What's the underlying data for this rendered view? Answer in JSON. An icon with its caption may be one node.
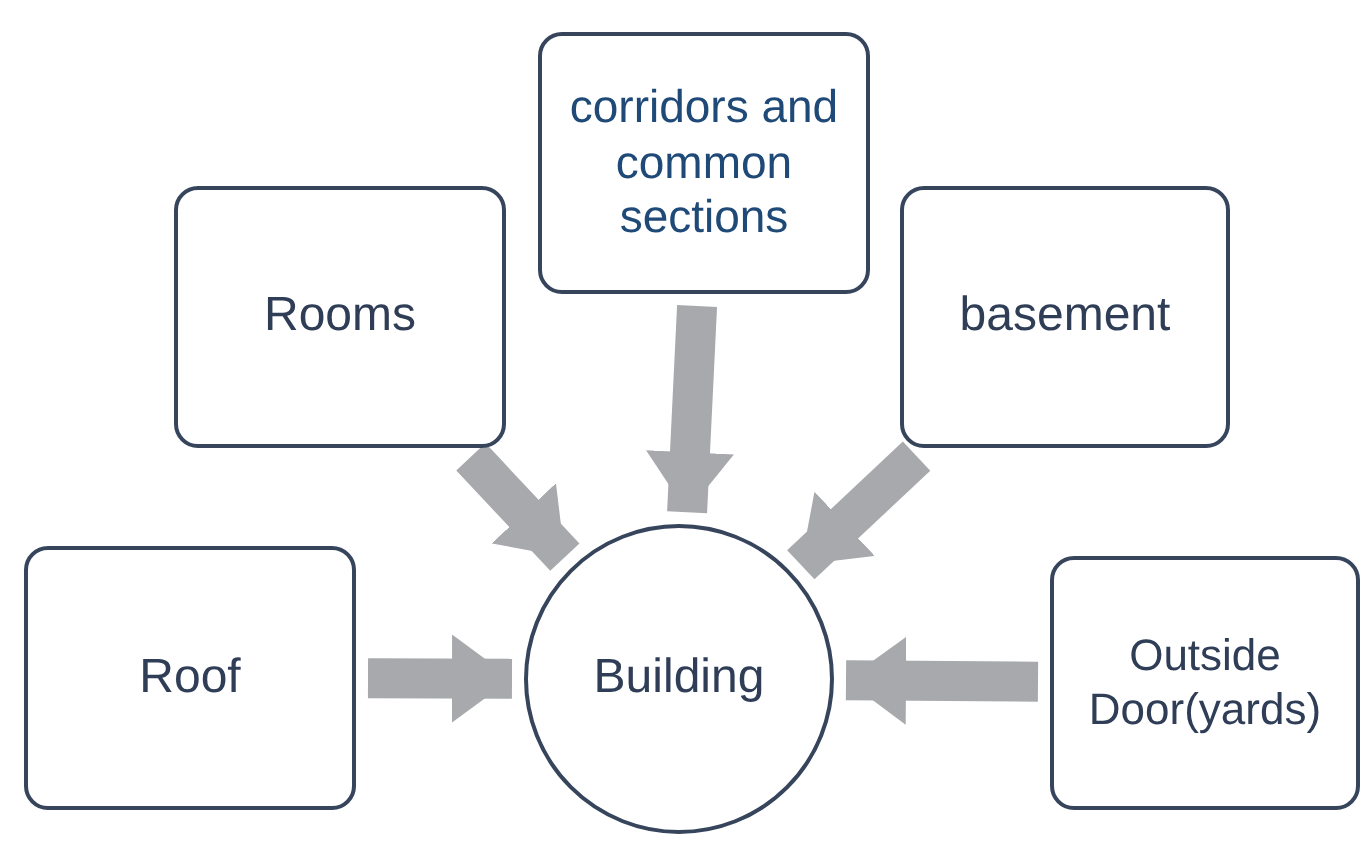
{
  "diagram": {
    "nodes": [
      {
        "text": [
          "corridors and common sections"
        ]
      },
      {
        "text": [
          "Rooms"
        ]
      },
      {
        "text": [
          "basement"
        ]
      },
      {
        "text": [
          "Roof"
        ]
      },
      {
        "text": [
          "Building"
        ]
      },
      {
        "text": [
          "Outside Door(yards)"
        ]
      }
    ],
    "edges": [
      {
        "from": 1,
        "to": 4,
        "arrow": "to"
      },
      {
        "from": 0,
        "to": 4,
        "arrow": "to"
      },
      {
        "from": 2,
        "to": 4,
        "arrow": "to"
      },
      {
        "from": 3,
        "to": 4,
        "arrow": "to"
      },
      {
        "from": 5,
        "to": 4,
        "arrow": "to"
      }
    ]
  }
}
